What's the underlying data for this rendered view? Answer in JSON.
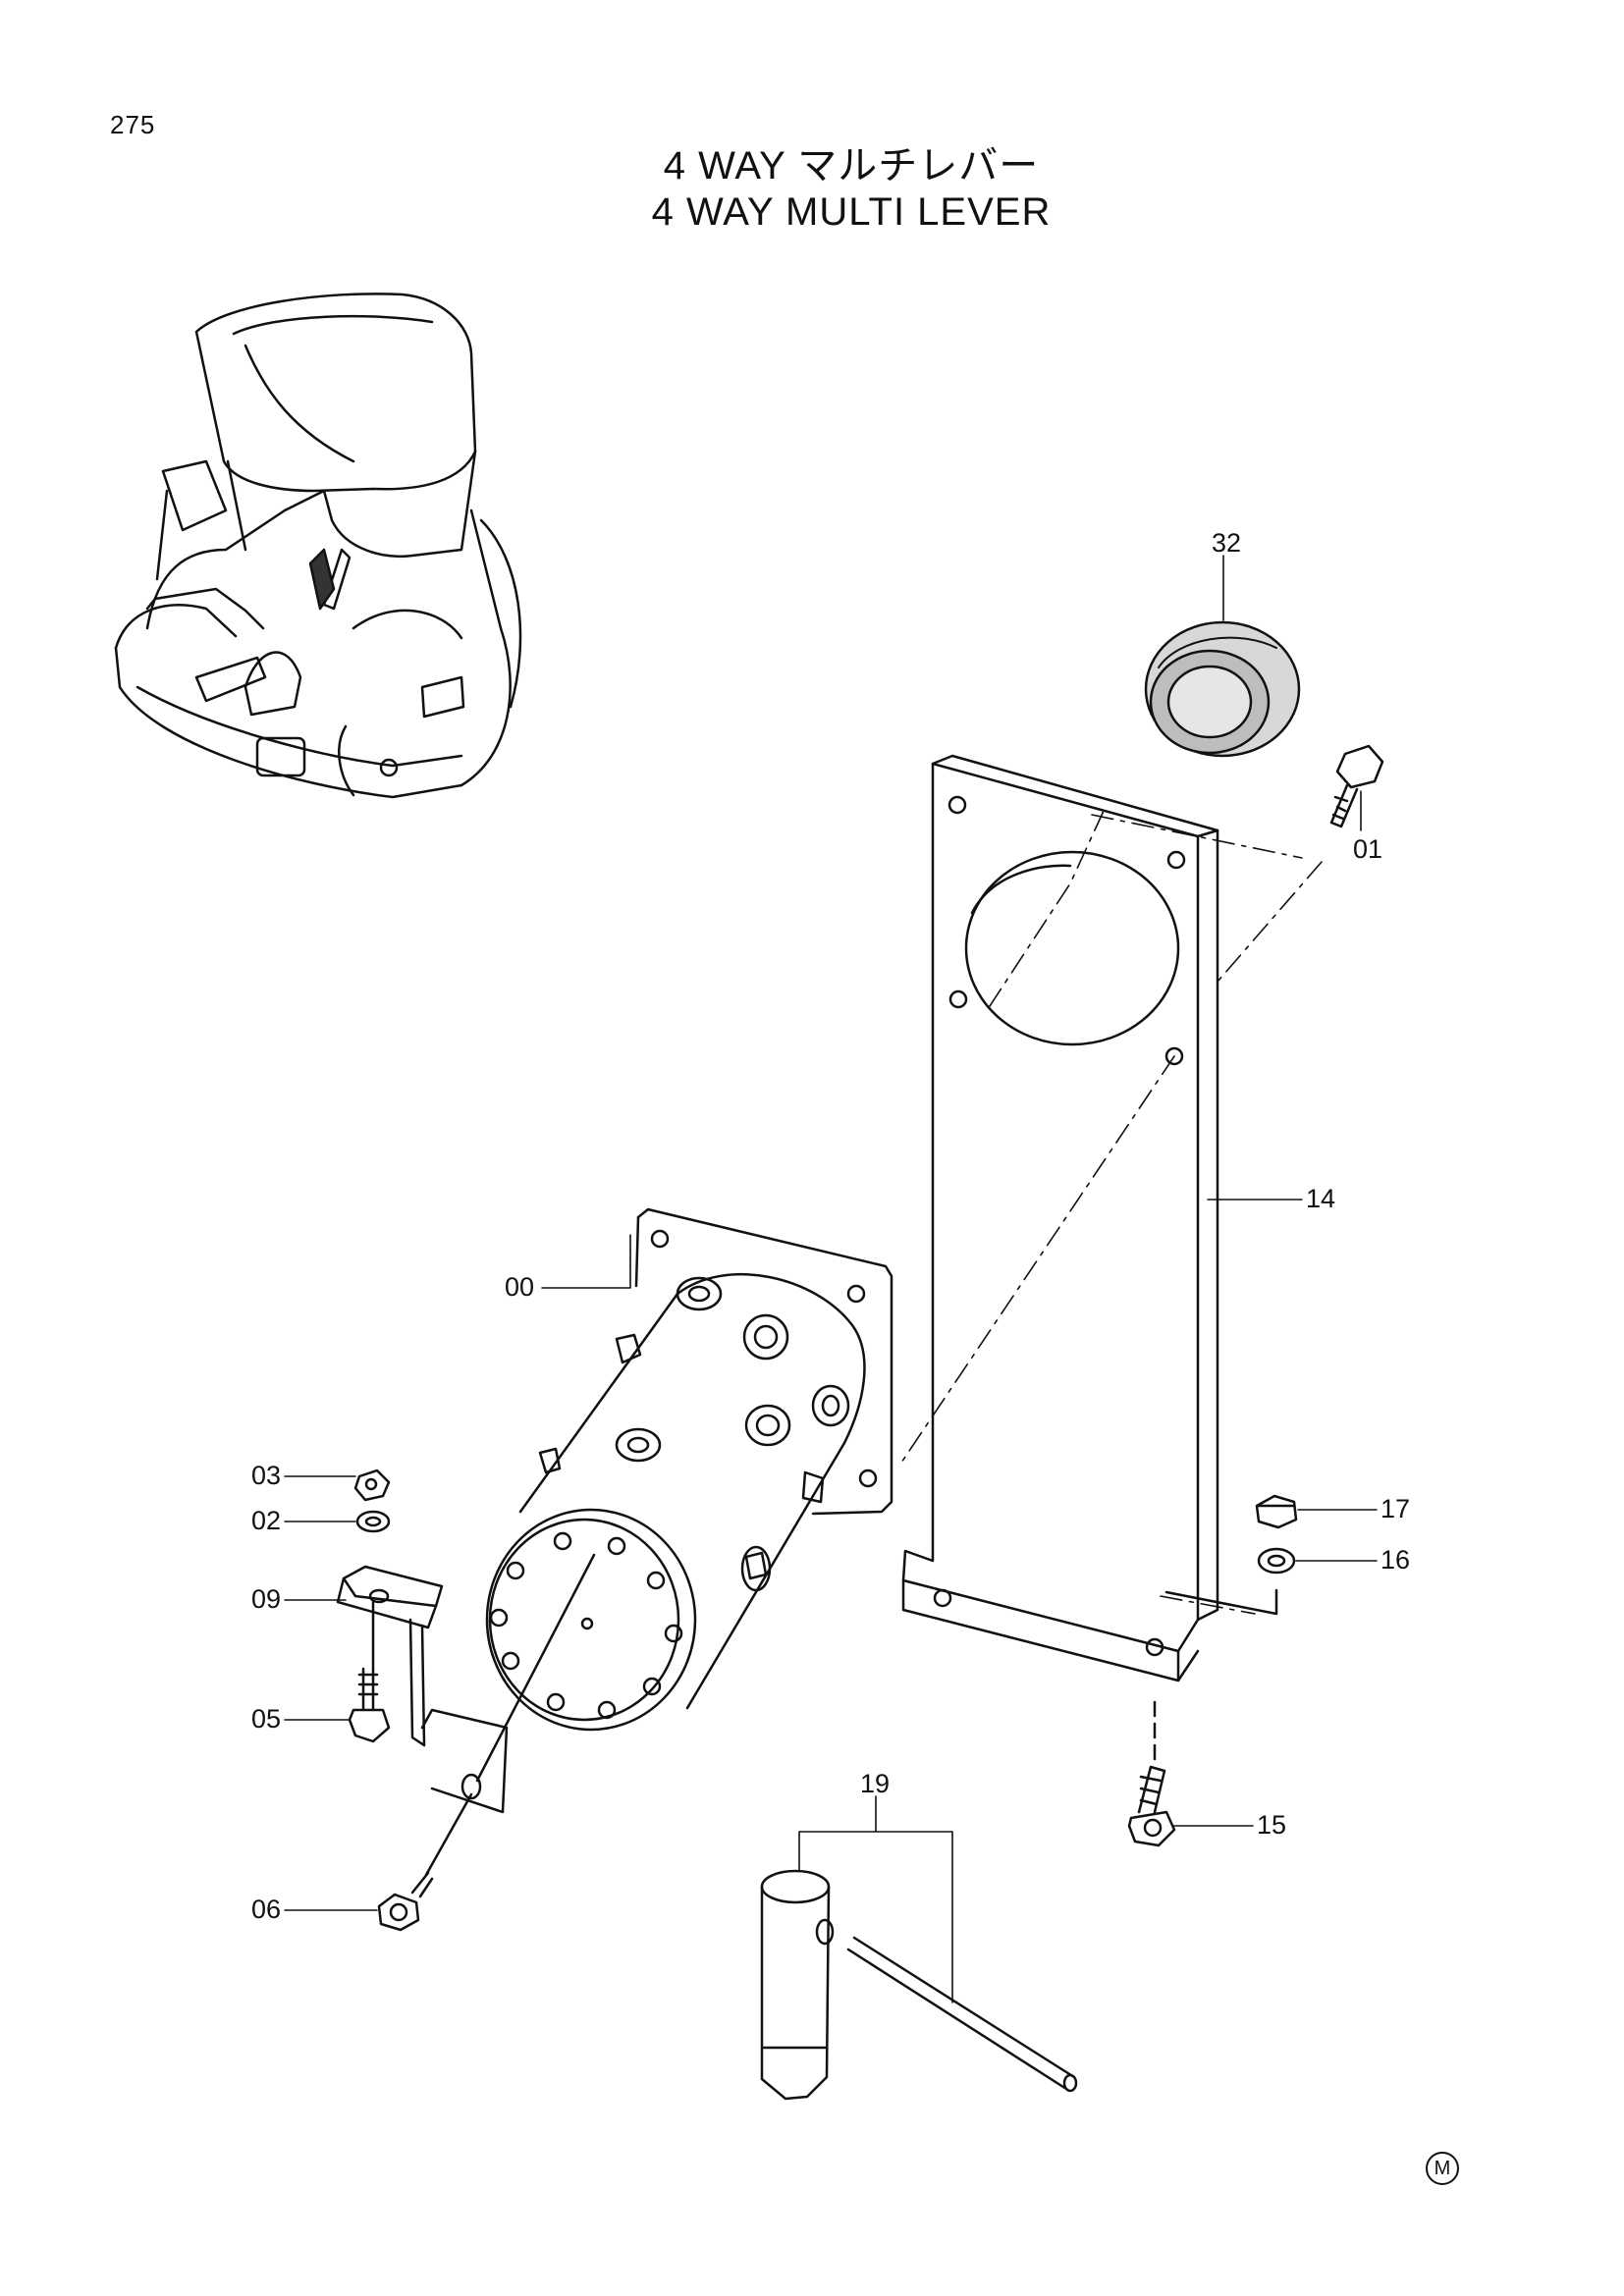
{
  "page_number": "275",
  "title_jp": "4 WAY マルチレバー",
  "title_en": "4 WAY MULTI LEVER",
  "callouts": {
    "c32": "32",
    "c01": "01",
    "c14": "14",
    "c00": "00",
    "c03": "03",
    "c02": "02",
    "c09": "09",
    "c05": "05",
    "c06": "06",
    "c17": "17",
    "c16": "16",
    "c15": "15",
    "c19": "19"
  },
  "mark": "M"
}
